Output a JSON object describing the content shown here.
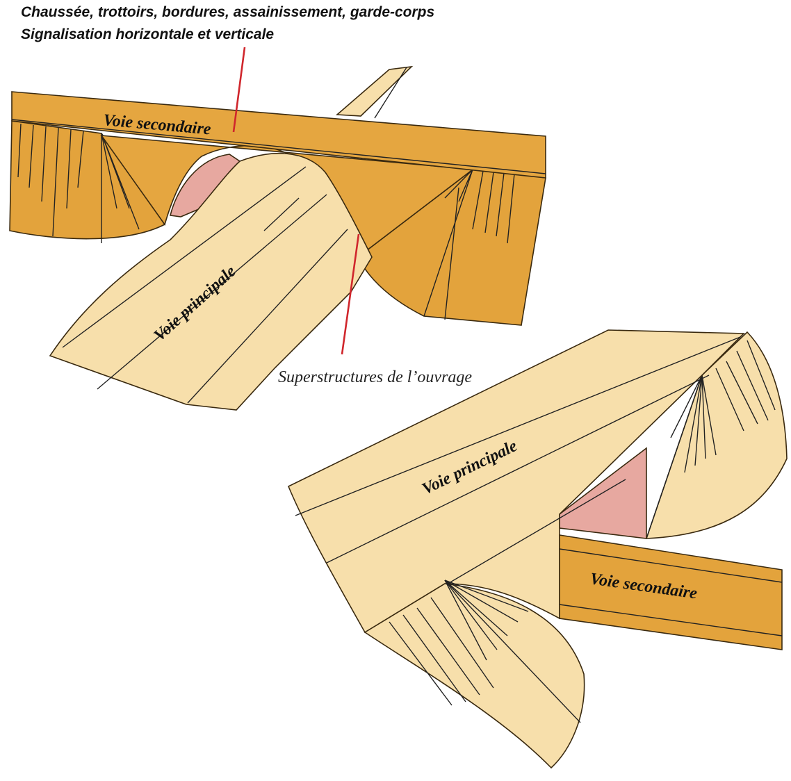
{
  "labels": {
    "top_line1": "Chaussée, trottoirs, bordures, assainissement, garde-corps",
    "top_line2": "Signalisation horizontale et verticale",
    "superstructures": "Superstructures de l’ouvrage"
  },
  "scene_top": {
    "bridge_road_label": "Voie secondaire",
    "under_road_label": "Voie principale"
  },
  "scene_bottom": {
    "bridge_road_label": "Voie principale",
    "under_road_label": "Voie secondaire"
  },
  "colors": {
    "embankment_dark": "#e3a33c",
    "deck_dark": "#e5a640",
    "road_light": "#f7dfab",
    "abutment_pink": "#e7a8a0",
    "callout_line": "#d0262c",
    "linework": "#222222"
  }
}
